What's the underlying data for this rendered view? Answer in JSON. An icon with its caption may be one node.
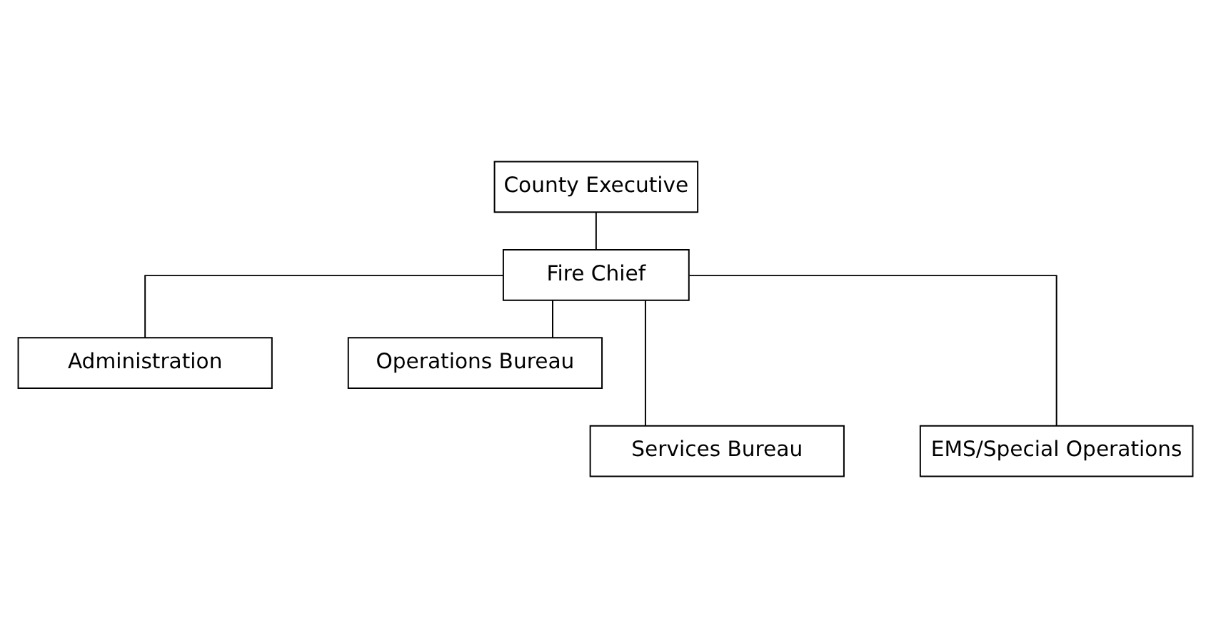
{
  "diagram": {
    "nodes": [
      {
        "text": [
          "County Executive"
        ]
      },
      {
        "text": [
          "Fire Chief"
        ]
      },
      {
        "text": [
          "Administration"
        ]
      },
      {
        "text": [
          "Operations Bureau"
        ]
      },
      {
        "text": [
          "Services Bureau"
        ]
      },
      {
        "text": [
          "EMS/Special Operations"
        ]
      }
    ],
    "edges": [
      {
        "from": 0,
        "to": 1,
        "arrow": "none"
      },
      {
        "from": 1,
        "to": 2,
        "arrow": "none"
      },
      {
        "from": 1,
        "to": 3,
        "arrow": "none"
      },
      {
        "from": 1,
        "to": 4,
        "arrow": "none"
      },
      {
        "from": 1,
        "to": 5,
        "arrow": "none"
      }
    ]
  }
}
